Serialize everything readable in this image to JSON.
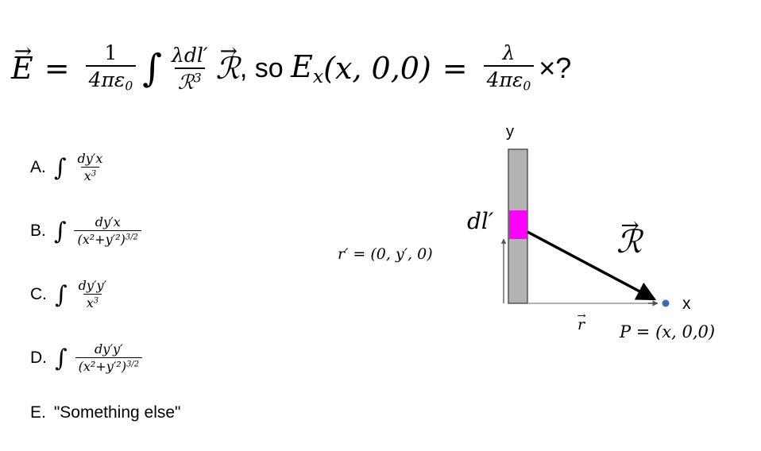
{
  "equation": {
    "lhs": "E",
    "eq1": "=",
    "coef_num": "1",
    "coef_den": "4πε",
    "coef_den_sub": "0",
    "integral": "∫",
    "int_num": "λdl′",
    "int_den": "ℛ",
    "int_den_sup": "3",
    "vec_R": "ℛ",
    "so": ", so ",
    "ex_lhs": "E",
    "ex_sub": "x",
    "ex_args": "(x, 0,0)",
    "eq2": "=",
    "rhs_num": "λ",
    "rhs_den": "4πε",
    "rhs_den_sub": "0",
    "rhs_tail": "×?"
  },
  "options": [
    {
      "label": "A.",
      "integral": "∫",
      "num": "dy′x",
      "den": "x",
      "den_sup": "3"
    },
    {
      "label": "B.",
      "integral": "∫",
      "num": "dy′x",
      "den": "(x²+y′²)",
      "den_sup": "3/2"
    },
    {
      "label": "C.",
      "integral": "∫",
      "num": "dy′y′",
      "den": "x",
      "den_sup": "3"
    },
    {
      "label": "D.",
      "integral": "∫",
      "num": "dy′y′",
      "den": "(x²+y′²)",
      "den_sup": "3/2"
    },
    {
      "label": "E.",
      "text": "\"Something else\""
    }
  ],
  "diagram": {
    "y_axis_label": "y",
    "x_axis_label": "x",
    "element_label": "dl′",
    "r_prime_label": "r′ = (0, y′, 0)",
    "r_label": "r",
    "R_label": "ℛ",
    "point_label": "P = (x, 0,0)",
    "colors": {
      "rod_fill": "#b3b3b3",
      "rod_stroke": "#555555",
      "element_fill": "#ff00ff",
      "point_fill": "#3d6cb5",
      "line": "#000000"
    }
  }
}
